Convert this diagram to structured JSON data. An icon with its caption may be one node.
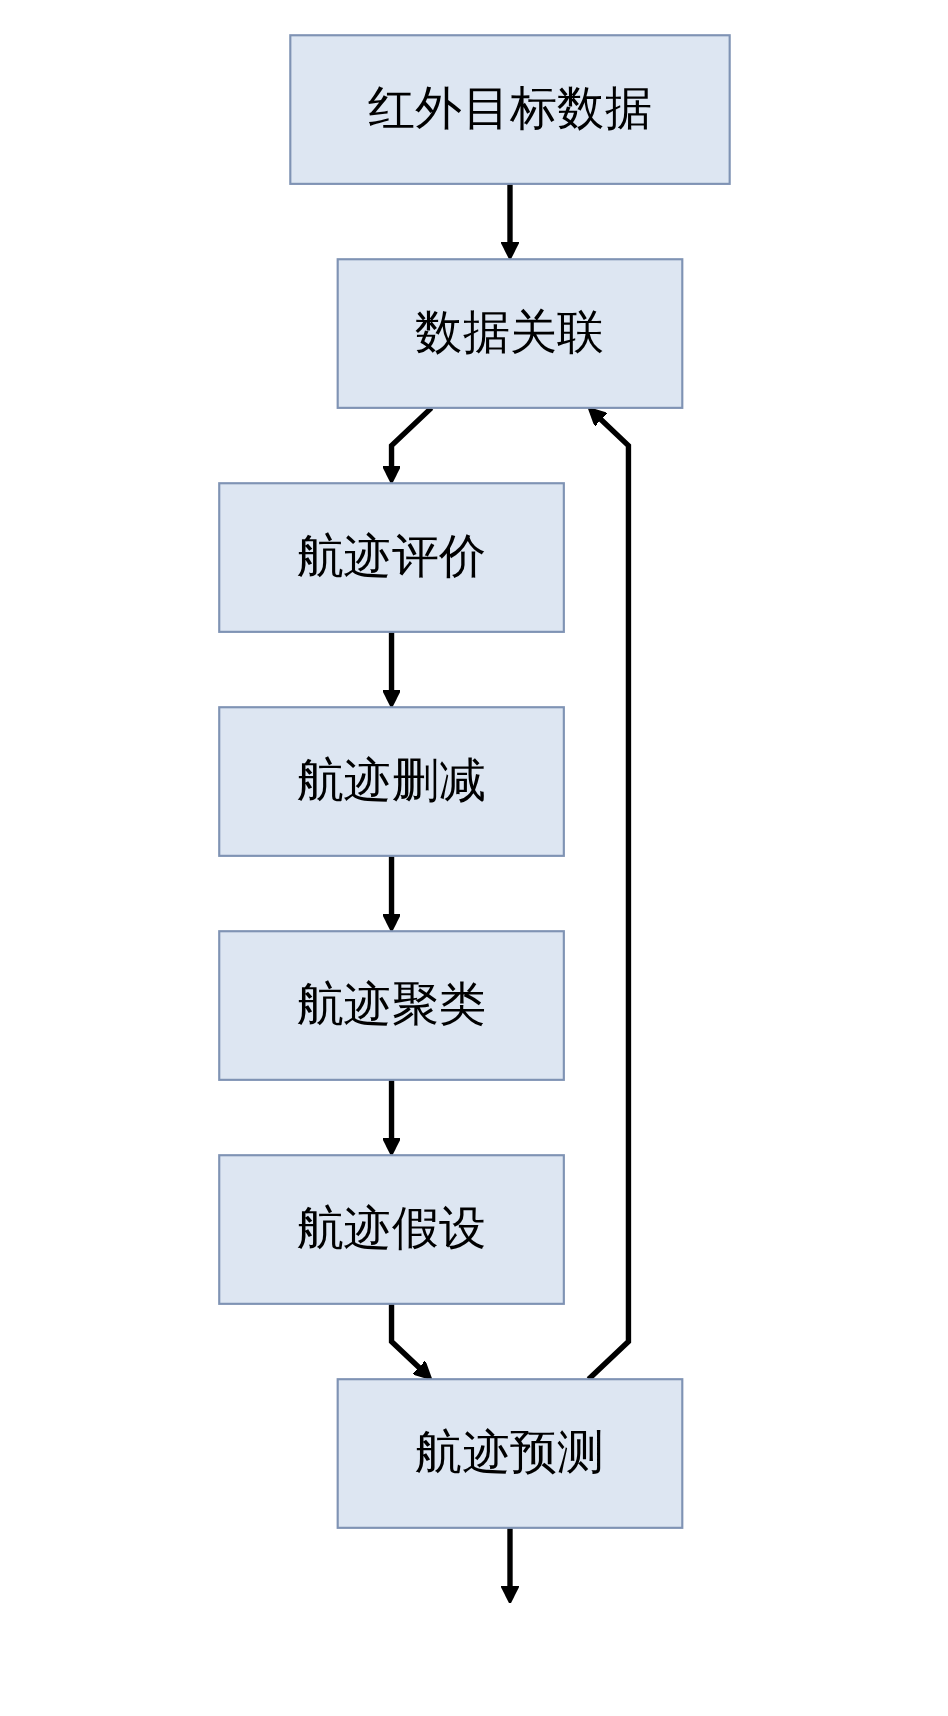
{
  "diagram": {
    "nodes": [
      {
        "text": [
          "红外目标数据"
        ]
      },
      {
        "text": [
          "数据关联"
        ]
      },
      {
        "text": [
          "航迹评价"
        ]
      },
      {
        "text": [
          "航迹删减"
        ]
      },
      {
        "text": [
          "航迹聚类"
        ]
      },
      {
        "text": [
          "航迹假设"
        ]
      },
      {
        "text": [
          "航迹预测"
        ]
      }
    ],
    "edges": [
      {
        "from": 0,
        "to": 1,
        "arrow": "to"
      },
      {
        "from": 1,
        "to": 2,
        "arrow": "to"
      },
      {
        "from": 2,
        "to": 3,
        "arrow": "to"
      },
      {
        "from": 3,
        "to": 4,
        "arrow": "to"
      },
      {
        "from": 4,
        "to": 5,
        "arrow": "to"
      },
      {
        "from": 5,
        "to": 6,
        "arrow": "to"
      },
      {
        "from": 6,
        "to": 1,
        "arrow": "to"
      },
      {
        "from": 6,
        "to": null,
        "arrow": "to"
      }
    ]
  }
}
